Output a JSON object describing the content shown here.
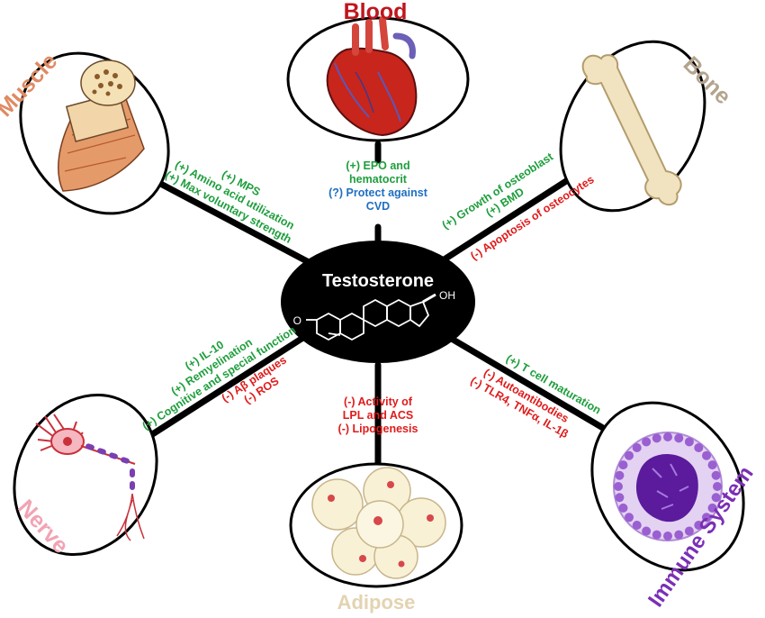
{
  "center": {
    "title": "Testosterone",
    "oh_label": "OH",
    "o_label": "O"
  },
  "organs": {
    "blood": {
      "name": "Blood",
      "color": "#c0161d"
    },
    "muscle": {
      "name": "Muscle",
      "color": "#e08a61"
    },
    "bone": {
      "name": "Bone",
      "color": "#b3a48e"
    },
    "nerve": {
      "name": "Nerve",
      "color": "#f2a3b3"
    },
    "adipose": {
      "name": "Adipose",
      "color": "#e3d3b1"
    },
    "immune": {
      "name": "Immune System",
      "color": "#7b2fb5"
    }
  },
  "effects": {
    "blood": [
      "(+) EPO and",
      "hematocrit",
      "(?) Protect against",
      "CVD"
    ],
    "muscle": [
      "(+) MPS",
      "(+) Amino acid utilization",
      "(+) Max voluntary strength"
    ],
    "bone": [
      "(+) Growth of osteoblast",
      "(+) BMD",
      "(-) Apoptosis of osteocytes"
    ],
    "nerve": [
      "(+) IL-10",
      "(+) Remyelination",
      "(+) Cognitive and special function",
      "(-) Aβ plaques",
      "(-) ROS"
    ],
    "adipose": [
      "(-) Activity of",
      "LPL and ACS",
      "(-) Lipogenesis"
    ],
    "immune": [
      "(+) T cell maturation",
      "(-) Autoantibodies",
      "(-) TLR4, TNFα, IL-1β"
    ]
  }
}
